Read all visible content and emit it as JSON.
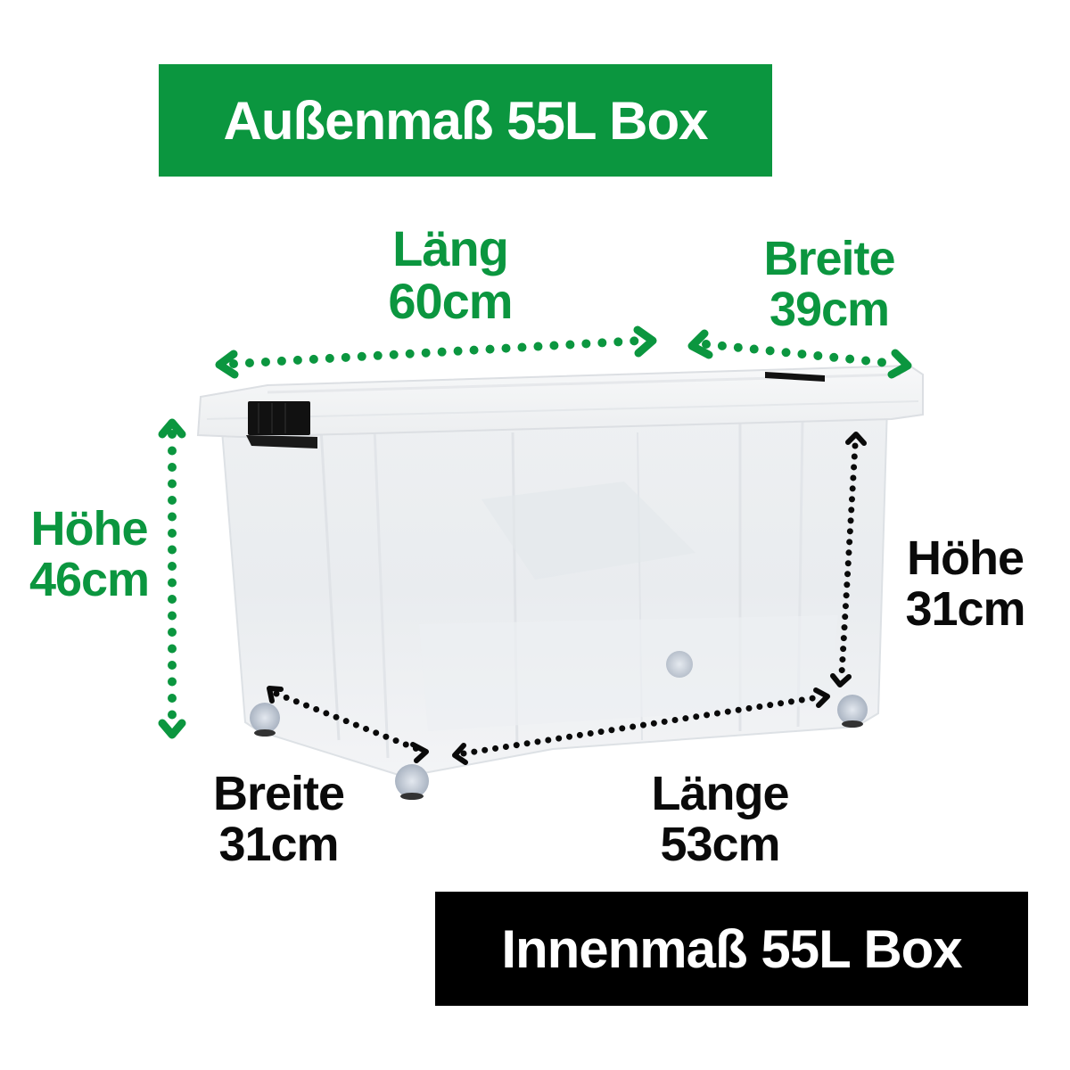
{
  "banners": {
    "outer": "Außenmaß 55L Box",
    "inner": "Innenmaß 55L Box"
  },
  "outer_dimensions": {
    "length": {
      "label": "Läng",
      "value": "60cm"
    },
    "width": {
      "label": "Breite",
      "value": "39cm"
    },
    "height": {
      "label": "Höhe",
      "value": "46cm"
    }
  },
  "inner_dimensions": {
    "length": {
      "label": "Länge",
      "value": "53cm"
    },
    "width": {
      "label": "Breite",
      "value": "31cm"
    },
    "height": {
      "label": "Höhe",
      "value": "31cm"
    }
  },
  "colors": {
    "outer_accent": "#0b963f",
    "inner_accent": "#000000",
    "background": "#ffffff"
  },
  "product": {
    "description": "Transparent storage box with lid, black latches and wheels"
  }
}
